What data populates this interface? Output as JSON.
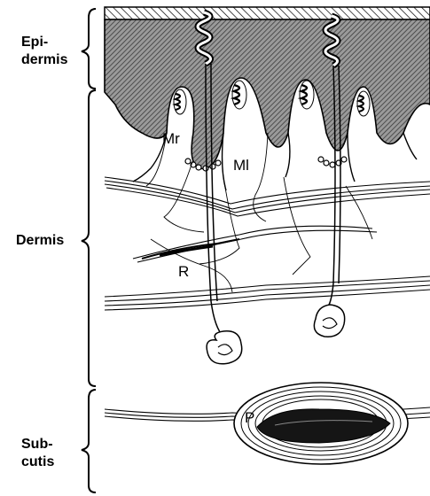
{
  "layers": {
    "epidermis": {
      "line1": "Epi-",
      "line2": "dermis"
    },
    "dermis": {
      "label": "Dermis"
    },
    "subcutis": {
      "line1": "Sub-",
      "line2": "cutis"
    }
  },
  "receptors": {
    "meissner_r": "Mr",
    "meissner_l": "Ml",
    "ruffini": "R",
    "pacinian": "P"
  },
  "colors": {
    "ink": "#000000",
    "hatch": "#6a6a6a",
    "background": "#ffffff"
  }
}
